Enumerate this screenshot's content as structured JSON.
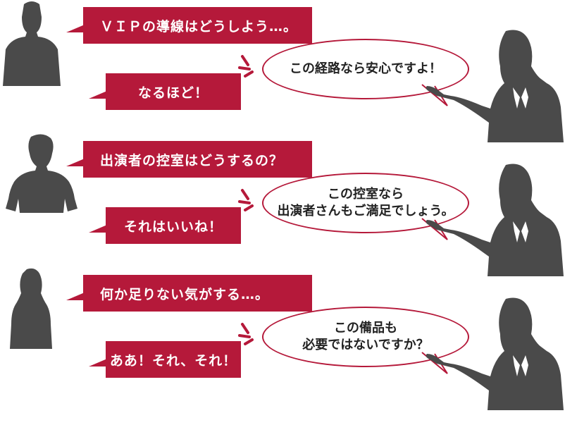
{
  "scenes": [
    {
      "question": "ＶＩＰの導線はどうしよう…。",
      "answer_lines": [
        "この経路なら安心ですよ！"
      ],
      "reaction": "なるほど！"
    },
    {
      "question": "出演者の控室はどうするの？",
      "answer_lines": [
        "この控室なら",
        "出演者さんもご満足でしょう。"
      ],
      "reaction": "それはいいね！"
    },
    {
      "question": "何か足りない気がする…。",
      "answer_lines": [
        "この備品も",
        "必要ではないですか？"
      ],
      "reaction": "ああ！それ、それ！"
    }
  ],
  "colors": {
    "accent": "#b5193a",
    "silhouette": "#4a4a4a",
    "text_on_accent": "#ffffff",
    "text_dark": "#222222"
  },
  "icons": [
    "man-silhouette-icon",
    "woman-silhouette-icon",
    "presenter-woman-icon",
    "emphasis-burst-icon"
  ]
}
